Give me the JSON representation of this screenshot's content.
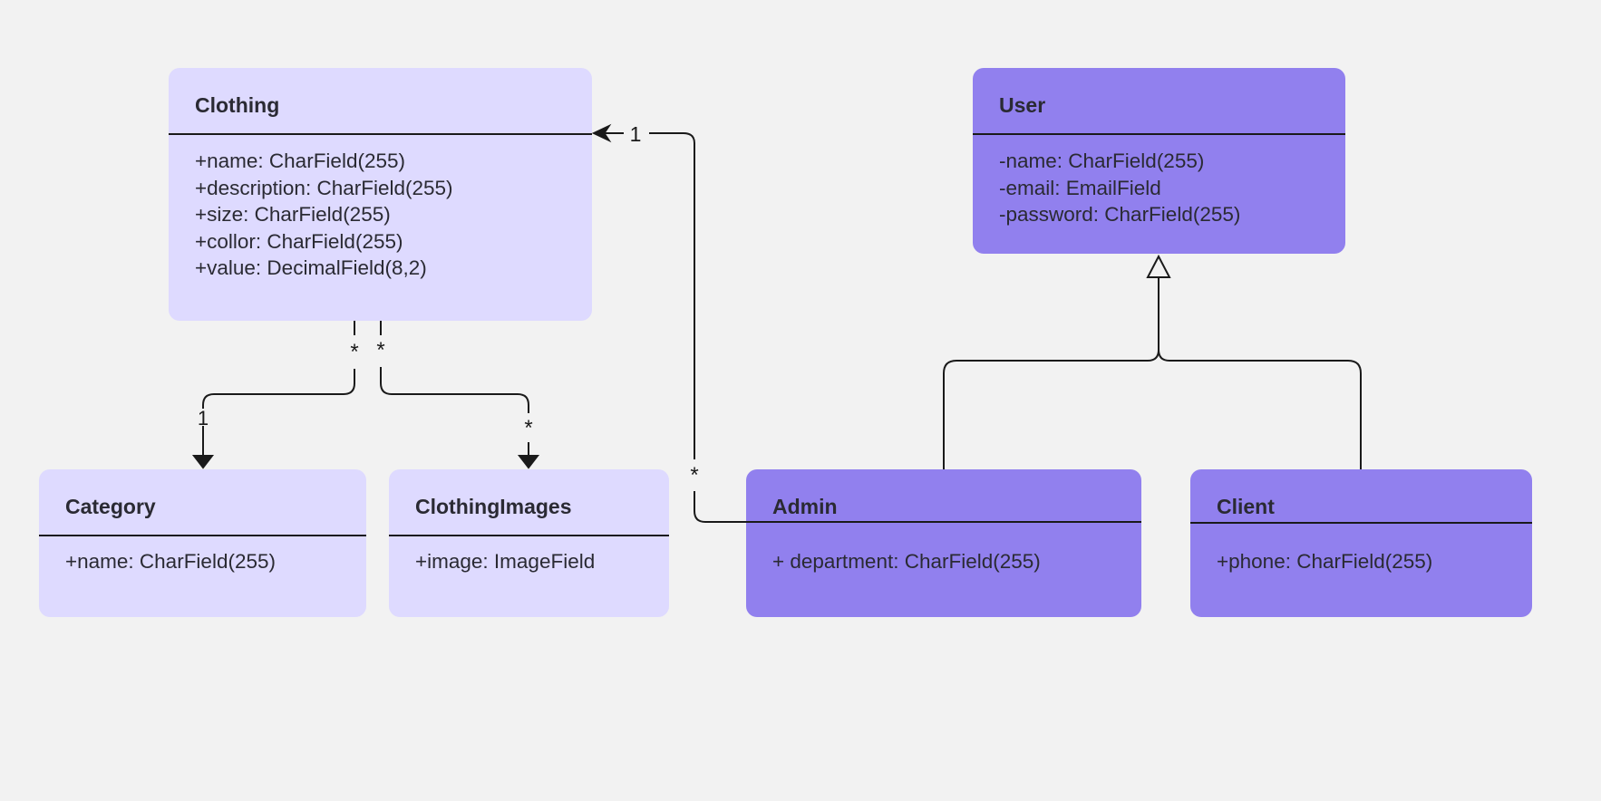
{
  "diagram": {
    "classes": {
      "clothing": {
        "name": "Clothing",
        "attributes": [
          "+name: CharField(255)",
          "+description: CharField(255)",
          "+size: CharField(255)",
          "+collor: CharField(255)",
          "+value: DecimalField(8,2)"
        ]
      },
      "user": {
        "name": "User",
        "attributes": [
          "-name: CharField(255)",
          "-email: EmailField",
          "-password: CharField(255)"
        ]
      },
      "category": {
        "name": "Category",
        "attributes": [
          "+name: CharField(255)"
        ]
      },
      "clothing_images": {
        "name": "ClothingImages",
        "attributes": [
          "+image: ImageField"
        ]
      },
      "admin": {
        "name": "Admin",
        "attributes": [
          "+ department: CharField(255)"
        ]
      },
      "client": {
        "name": "Client",
        "attributes": [
          "+phone: CharField(255)"
        ]
      }
    },
    "multiplicities": {
      "clothing_category_source": "*",
      "clothing_category_target": "1",
      "clothing_images_source": "*",
      "clothing_images_target": "*",
      "admin_clothing_source": "*",
      "admin_clothing_target": "1"
    },
    "colors": {
      "background": "#f2f2f2",
      "light_class_fill": "#dedaff",
      "dark_class_fill": "#9180ee",
      "line": "#1a1a1a"
    }
  }
}
